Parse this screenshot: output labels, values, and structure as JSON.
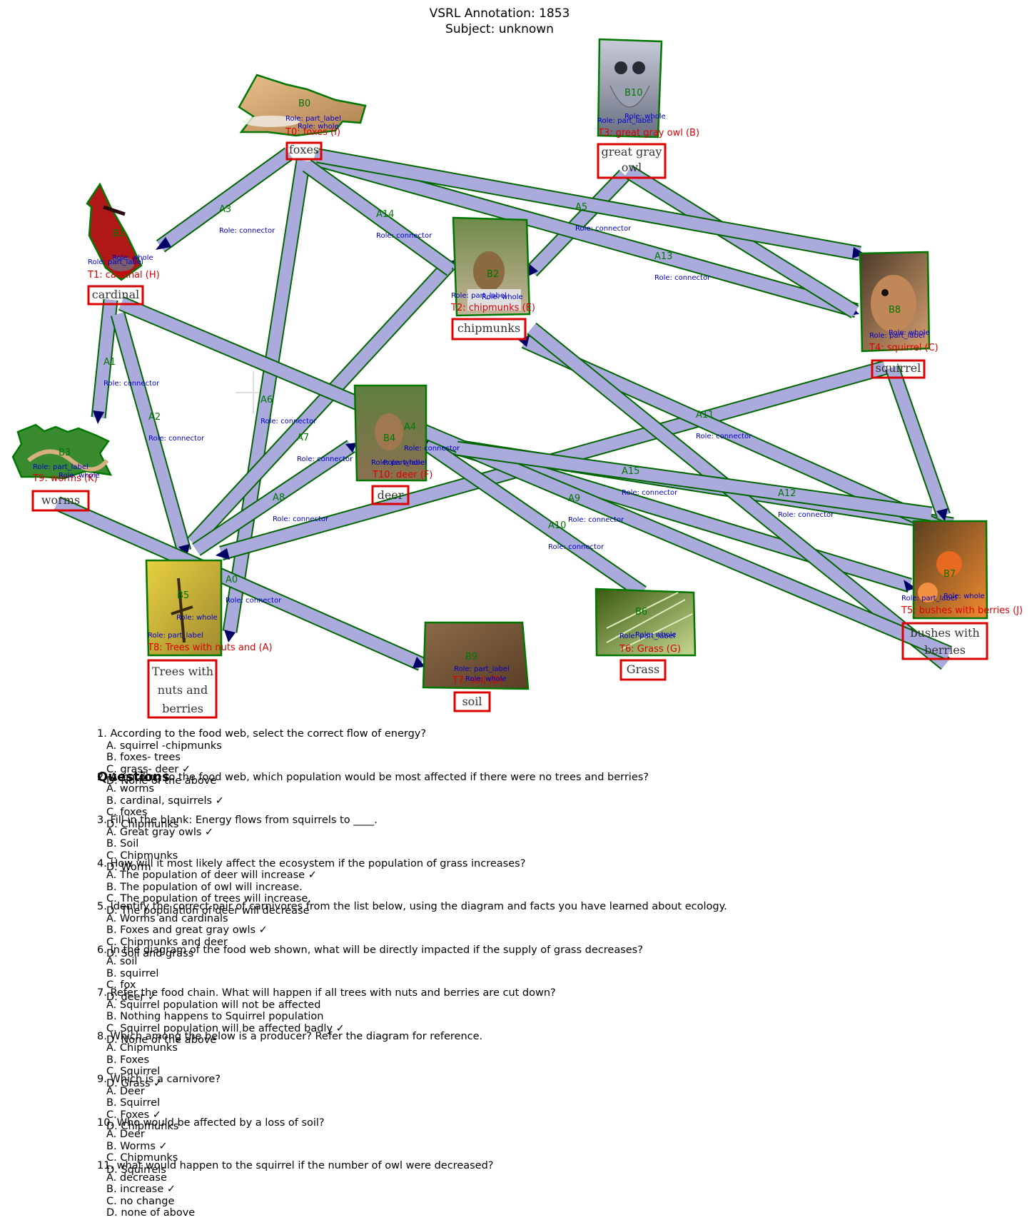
{
  "header": {
    "title_line1": "VSRL Annotation: 1853",
    "title_line2": "Subject: unknown"
  },
  "colors": {
    "blob_outline": "#007700",
    "text_box": "#dd0000",
    "arrow_fill": "#aaaadd",
    "arrowhead": "#000066",
    "role_text": "#0000cc",
    "label_text": "#cc0000",
    "id_text": "#007700"
  },
  "nodes": [
    {
      "id": "B0",
      "image": "fox-image",
      "caption": "foxes",
      "label": "T0: foxes (I)",
      "role_label": "Role: part_label",
      "role_whole": "Role: whole"
    },
    {
      "id": "B1",
      "image": "cardinal-image",
      "caption": "cardinal",
      "label": "T1: cardinal (H)",
      "role_label": "Role: part_label",
      "role_whole": "Role: whole"
    },
    {
      "id": "B2",
      "image": "chipmunk-image",
      "caption": "chipmunks",
      "label": "T2: chipmunks (E)",
      "role_label": "Role: part_label",
      "role_whole": "Role: whole"
    },
    {
      "id": "B10",
      "image": "owl-image",
      "caption": "great gray owl",
      "label": "T3: great gray owl (B)",
      "role_label": "Role: part_label",
      "role_whole": "Role: whole"
    },
    {
      "id": "B8",
      "image": "squirrel-image",
      "caption": "squirrel",
      "label": "T4: squirrel (C)",
      "role_label": "Role: part_label",
      "role_whole": "Role: whole"
    },
    {
      "id": "B3",
      "image": "worms-image",
      "caption": "worms",
      "label": "T9: worms (K)",
      "role_label": "Role: part_label",
      "role_whole": "Role: whole"
    },
    {
      "id": "B4",
      "image": "deer-image",
      "caption": "deer",
      "label": "T10: deer (F)",
      "role_label": "Role: part_label",
      "role_whole": "Role: whole"
    },
    {
      "id": "B5",
      "image": "trees-image",
      "caption": "Trees with nuts and berries",
      "label": "T8: Trees with nuts and (A)",
      "role_label": "Role: part_label",
      "role_whole": "Role: whole"
    },
    {
      "id": "B9",
      "image": "soil-image",
      "caption": "soil",
      "label": "T7: soil (D)",
      "role_label": "Role: part_label",
      "role_whole": "Role: whole"
    },
    {
      "id": "B6",
      "image": "grass-image",
      "caption": "Grass",
      "label": "T6: Grass (G)",
      "role_label": "Role: part_label",
      "role_whole": "Role: whole"
    },
    {
      "id": "B7",
      "image": "bushes-image",
      "caption": "bushes with berries",
      "label": "T5: bushes with berries (J)",
      "role_label": "Role: part_label",
      "role_whole": "Role: whole"
    }
  ],
  "arrows": [
    {
      "id": "A0",
      "role": "Role: connector"
    },
    {
      "id": "A1",
      "role": "Role: connector"
    },
    {
      "id": "A2",
      "role": "Role: connector"
    },
    {
      "id": "A3",
      "role": "Role: connector"
    },
    {
      "id": "A4",
      "role": "Role: connector"
    },
    {
      "id": "A5",
      "role": "Role: connector"
    },
    {
      "id": "A6",
      "role": "Role: connector"
    },
    {
      "id": "A7",
      "role": "Role: connector"
    },
    {
      "id": "A8",
      "role": "Role: connector"
    },
    {
      "id": "A9",
      "role": "Role: connector"
    },
    {
      "id": "A10",
      "role": "Role: connector"
    },
    {
      "id": "A11",
      "role": "Role: connector"
    },
    {
      "id": "A12",
      "role": "Role: connector"
    },
    {
      "id": "A13",
      "role": "Role: connector"
    },
    {
      "id": "A14",
      "role": "Role: connector"
    },
    {
      "id": "A15",
      "role": "Role: connector"
    }
  ],
  "questions_heading": "Questions",
  "questions": [
    {
      "text": "1. According to the food web, select the correct flow of energy?",
      "options": [
        "A. squirrel -chipmunks",
        "B. foxes- trees",
        "C. grass- deer ✓",
        "D. None of the above"
      ]
    },
    {
      "text": "2. According to the food web, which population would be most affected if there were no trees and berries?",
      "options": [
        "A. worms",
        "B. cardinal, squirrels ✓",
        "C. foxes",
        "D. Chipmunks"
      ]
    },
    {
      "text": "3. Fill in the blank: Energy flows from squirrels to ____.",
      "options": [
        "A. Great gray owls ✓",
        "B. Soil",
        "C. Chipmunks",
        "D. Worm"
      ]
    },
    {
      "text": "4. How will it most likely affect the ecosystem if the population of grass increases?",
      "options": [
        "A. The population of deer will increase ✓",
        "B. The population of owl will increase.",
        "C. The population of trees will increase.",
        "D. The population of deer will decrease"
      ]
    },
    {
      "text": "5. Identify the correct pair of carnivores from the list below, using the diagram and facts you have learned about ecology.",
      "options": [
        "A. Worms and cardinals",
        "B. Foxes and great gray owls ✓",
        "C. Chipmunks and deer",
        "D. Soil and grass"
      ]
    },
    {
      "text": "6. In the diagram of the food web shown, what will be directly impacted if the supply of grass decreases?",
      "options": [
        "A. soil",
        "B. squirrel",
        "C. fox",
        "D. deer ✓"
      ]
    },
    {
      "text": "7. Refer the food chain. What will happen if all trees with nuts and berries are cut down?",
      "options": [
        "A. Squirrel population will not be affected",
        "B. Nothing happens to Squirrel population",
        "C. Squirrel population will be affected badly ✓",
        "D. None of the above"
      ]
    },
    {
      "text": "8. Which among the below is a producer? Refer the diagram for reference.",
      "options": [
        "A. Chipmunks",
        "B. Foxes",
        "C. Squirrel",
        "D. Grass ✓"
      ]
    },
    {
      "text": "9. Which is a carnivore?",
      "options": [
        "A. Deer",
        "B. Squirrel",
        "C. Foxes ✓",
        "D. Chipmunks"
      ]
    },
    {
      "text": "10. Who would be affected by a loss of soil?",
      "options": [
        "A. Deer",
        "B. Worms ✓",
        "C. Chipmunks",
        "D. Squirrels"
      ]
    },
    {
      "text": "11. what would happen to the squirrel if the number of owl were decreased?",
      "options": [
        "A. decrease",
        "B. increase ✓",
        "C. no change",
        "D. none of above"
      ]
    }
  ]
}
